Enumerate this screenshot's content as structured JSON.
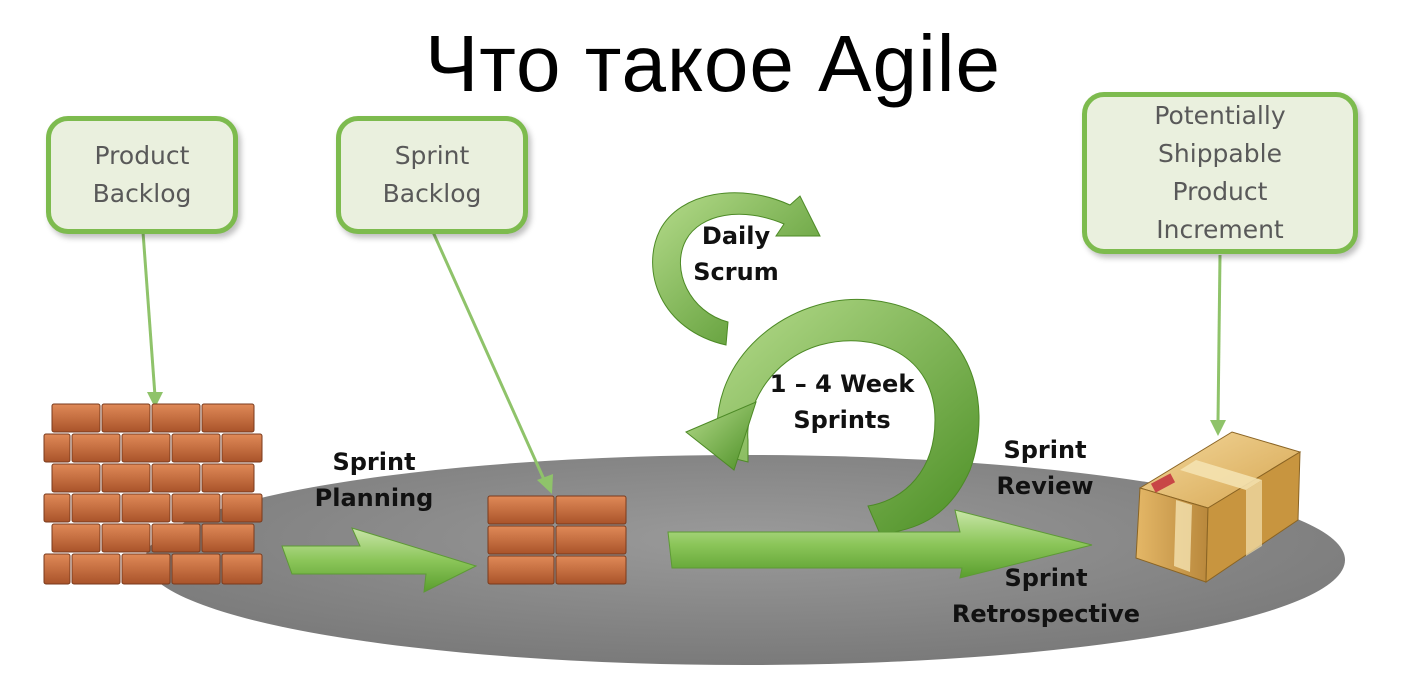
{
  "title": "Что такое Agile",
  "callouts": {
    "product_backlog": {
      "line1": "Product",
      "line2": "Backlog"
    },
    "sprint_backlog": {
      "line1": "Sprint",
      "line2": "Backlog"
    },
    "increment": {
      "line1": "Potentially",
      "line2": "Shippable",
      "line3": "Product",
      "line4": "Increment"
    }
  },
  "labels": {
    "sprint_planning": {
      "line1": "Sprint",
      "line2": "Planning"
    },
    "daily_scrum": {
      "line1": "Daily",
      "line2": "Scrum"
    },
    "sprint_length": {
      "line1": "1 – 4 Week",
      "line2": "Sprints"
    },
    "sprint_review": {
      "line1": "Sprint",
      "line2": "Review"
    },
    "sprint_retro": {
      "line1": "Sprint",
      "line2": "Retrospective"
    }
  },
  "colors": {
    "callout_fill": "#eaf0de",
    "callout_border": "#7dbb4e",
    "arrow_green": "#6fb33f",
    "brick": "#c96f3f",
    "platform": "#8c8c8c",
    "box": "#d9a94e"
  },
  "icons": [
    "brick-wall-icon",
    "brick-stack-icon",
    "shipping-box-icon"
  ]
}
